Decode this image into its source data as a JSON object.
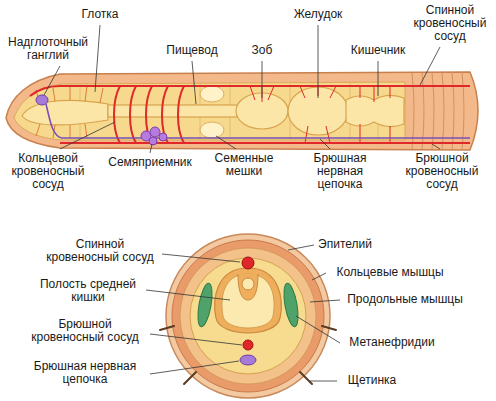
{
  "diagram": {
    "labels": [
      "Глотка",
      "Желудок",
      "Спинной кровеносный сосуд",
      "Надглоточный ганглий",
      "Пищевод",
      "Зоб",
      "Кишечник",
      "Кольцевой кровеносный сосуд",
      "Семяприемник",
      "Семенные мешки",
      "Брюшная нервная цепочка",
      "Брюшной кровеносный сосуд",
      "Спинной кровеносный сосуд",
      "Эпителий",
      "Полость средней кишки",
      "Кольцевые мышцы",
      "Продольные мышцы",
      "Брюшной кровеносный сосуд",
      "Метанефридии",
      "Брюшная нервная цепочка",
      "Щетинка"
    ]
  }
}
